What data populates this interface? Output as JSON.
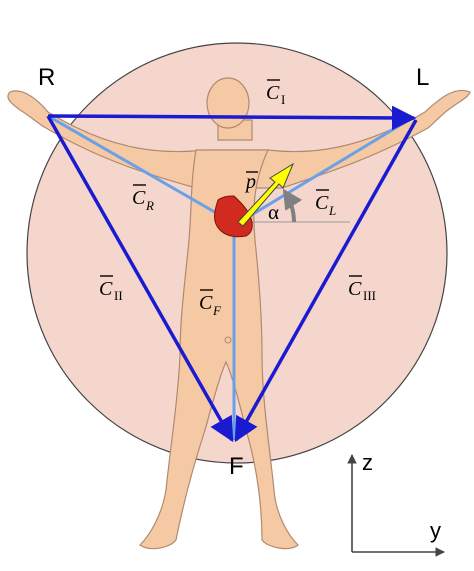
{
  "vertices": {
    "r": "R",
    "l": "L",
    "f": "F"
  },
  "leads": {
    "c1": {
      "base": "C",
      "sub": "I"
    },
    "c2": {
      "base": "C",
      "sub": "II"
    },
    "c3": {
      "base": "C",
      "sub": "III"
    },
    "cr": {
      "base": "C",
      "sub": "R"
    },
    "cl": {
      "base": "C",
      "sub": "L"
    },
    "cf": {
      "base": "C",
      "sub": "F"
    }
  },
  "vector": {
    "base": "p"
  },
  "angle": {
    "symbol": "α"
  },
  "axes": {
    "vertical": "z",
    "horizontal": "y"
  },
  "colors": {
    "circle_fill": "#f4d6cd",
    "circle_stroke": "#444444",
    "body_fill": "#f5c9a4",
    "body_stroke": "#b08a70",
    "triangle": "#1a1ad0",
    "lead_lines": "#6aa0e8",
    "vector_fill": "#ffff00",
    "heart": "#d12a1f",
    "angle_arc": "#808080"
  }
}
